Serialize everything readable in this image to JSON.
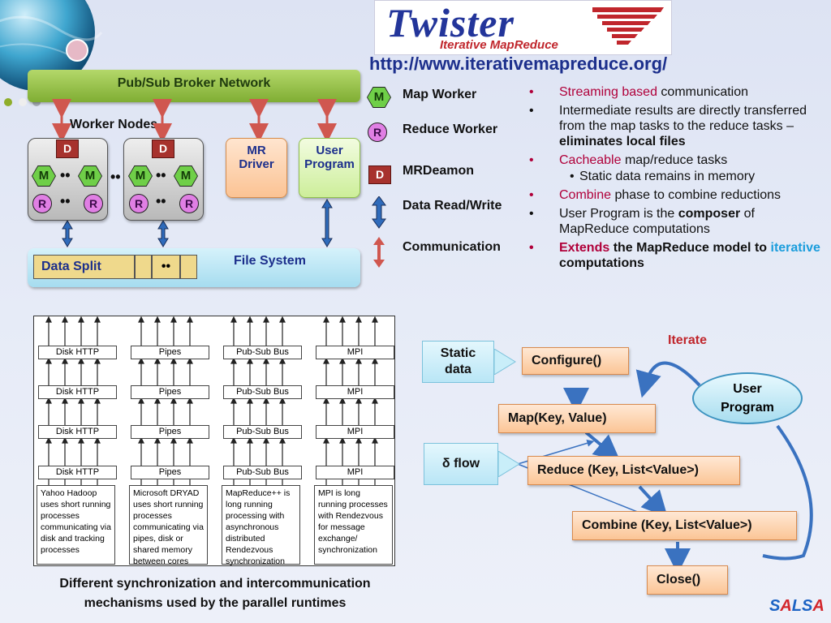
{
  "logo": {
    "title": "Twister",
    "subtitle": "Iterative MapReduce"
  },
  "url": "http://www.iterativemapreduce.org/",
  "architecture": {
    "broker_label": "Pub/Sub Broker Network",
    "worker_nodes_label": "Worker Nodes",
    "daemon_letter": "D",
    "map_letter": "M",
    "reduce_letter": "R",
    "ellipsis": "••",
    "mr_driver": "MR\nDriver",
    "user_program": "User\nProgram",
    "file_system": "File System",
    "data_split": "Data Split"
  },
  "legend": {
    "map_worker": "Map Worker",
    "reduce_worker": "Reduce Worker",
    "mr_daemon": "MRDeamon",
    "data_rw": "Data Read/Write",
    "communication": "Communication"
  },
  "bullets": {
    "b1_a": "Streaming based",
    "b1_b": " communication",
    "b2_a": "Intermediate results are directly transferred from the map tasks to the reduce tasks – ",
    "b2_b": "eliminates local files",
    "b3_a": "Cacheable",
    "b3_b": " map/reduce tasks",
    "b3_sub": "Static data remains in memory",
    "b4_a": "Combine",
    "b4_b": " phase to combine reductions",
    "b5_a": "User Program is the ",
    "b5_b": "composer",
    "b5_c": " of MapReduce computations",
    "b6_a": "Extends",
    "b6_b": " the MapReduce model to ",
    "b6_c": "iterative",
    "b6_d": " computations"
  },
  "sync_panel": {
    "columns": [
      {
        "label": "Disk HTTP",
        "desc": "Yahoo Hadoop uses short running processes communicating via disk and tracking processes"
      },
      {
        "label": "Pipes",
        "desc": "Microsoft DRYAD uses short running processes communicating via pipes, disk or shared memory between cores"
      },
      {
        "label": "Pub-Sub Bus",
        "desc": "MapReduce++ is long running processing with asynchronous distributed Rendezvous synchronization"
      },
      {
        "label": "MPI",
        "desc": "MPI is long running processes with Rendezvous for message exchange/ synchronization"
      }
    ],
    "caption": "Different synchronization and intercommunication mechanisms used by the parallel runtimes"
  },
  "flow": {
    "iterate": "Iterate",
    "static_data": "Static\ndata",
    "delta_flow": "δ flow",
    "configure": "Configure()",
    "map": "Map(Key, Value)",
    "reduce": "Reduce (Key, List<Value>)",
    "combine": "Combine (Key, List<Value>)",
    "close": "Close()",
    "user_program": "User\nProgram"
  },
  "footer": {
    "salsa_s1": "S",
    "salsa_a1": "A",
    "salsa_l": "L",
    "salsa_s2": "S",
    "salsa_a2": "A"
  },
  "colors": {
    "accent_red": "#b0003a",
    "accent_blue": "#1b9ddc",
    "title_blue": "#1c2f8c",
    "salsa_blue": "#1c63c4",
    "salsa_red": "#d3262c"
  }
}
